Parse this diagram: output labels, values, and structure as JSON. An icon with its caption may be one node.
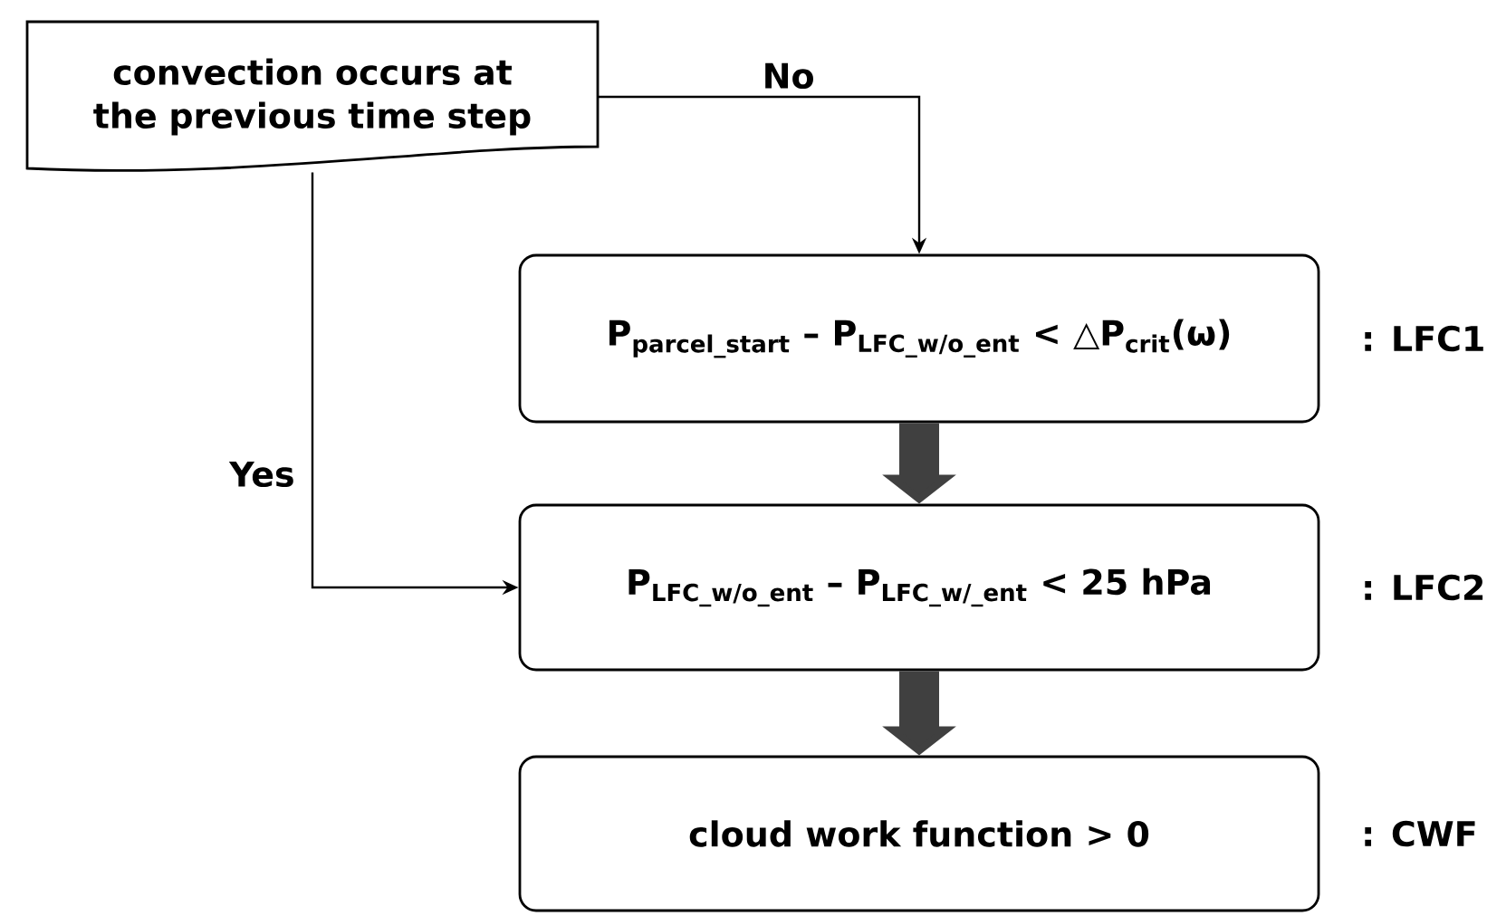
{
  "diagram": {
    "nodes": [
      {
        "text": [
          "convection occurs at the previous time step"
        ]
      },
      {
        "text": [
          "\\mbox{P}_{\\mbox{\\fontsize{13}{13}\\selectfont parcel\\_start}}\\mbox{ – P}_{\\mbox{\\fontsize{13}{13}\\selectfont LFC\\_w/o\\_ent}}\\mbox{ < △P}_{\\mbox{\\fontsize{13}{13}\\selectfont crit}}\\mbox{(ω)}"
        ],
        "beside": [
          ": LFC1"
        ]
      },
      {
        "text": [
          "\\mbox{P}_{\\mbox{\\fontsize{13}{13}\\selectfont LFC\\_w/o\\_ent}}\\mbox{ – P}_{\\mbox{\\fontsize{13}{13}\\selectfont LFC\\_w/\\_ent}}\\mbox{ < 25 hPa}"
        ],
        "beside": [
          ": LFC2"
        ]
      },
      {
        "text": [
          "cloud work function > 0"
        ],
        "beside": [
          ": CWF"
        ]
      }
    ],
    "edges": [
      {
        "from": 0,
        "to": 1,
        "arrow": "to",
        "label": "No"
      },
      {
        "from": 0,
        "to": 2,
        "arrow": "to",
        "label": "Yes"
      },
      {
        "from": 1,
        "to": 2,
        "arrow": "to",
        "style": "thick",
        "color": "#404040"
      },
      {
        "from": 2,
        "to": 3,
        "arrow": "to",
        "style": "thick",
        "color": "#404040"
      }
    ]
  }
}
